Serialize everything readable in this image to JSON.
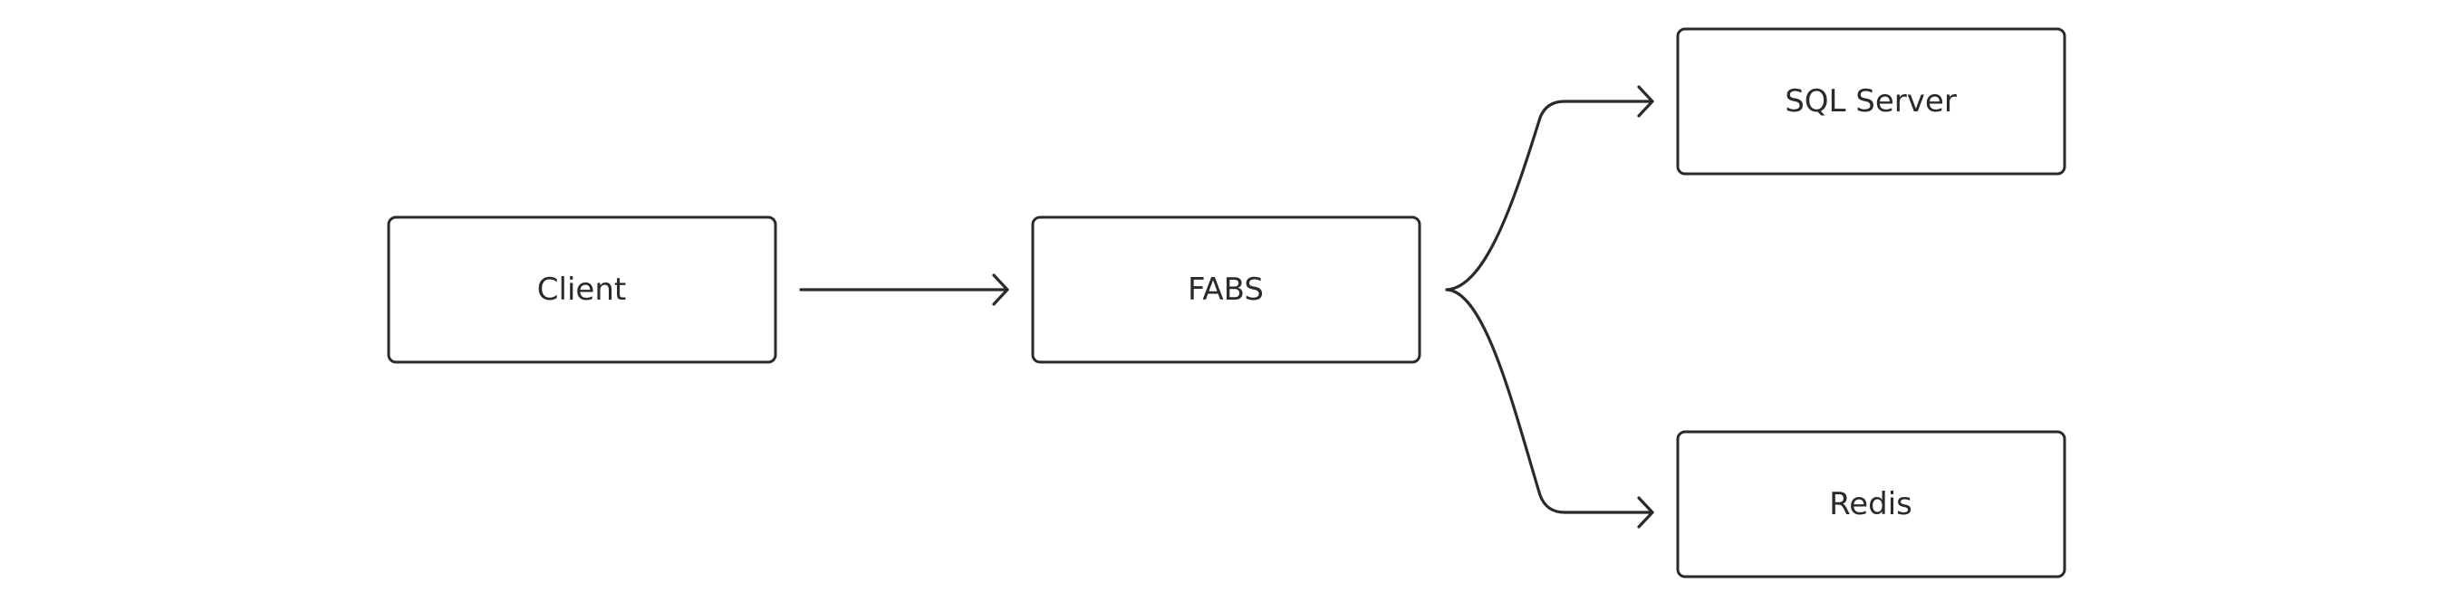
{
  "diagram": {
    "nodes": {
      "client": {
        "label": "Client"
      },
      "fabs": {
        "label": "FABS"
      },
      "sql_server": {
        "label": "SQL Server"
      },
      "redis": {
        "label": "Redis"
      }
    },
    "edges": [
      {
        "from": "Client",
        "to": "FABS"
      },
      {
        "from": "FABS",
        "to": "SQL Server"
      },
      {
        "from": "FABS",
        "to": "Redis"
      }
    ],
    "colors": {
      "stroke": "#2a2a2a",
      "background": "#ffffff"
    }
  }
}
